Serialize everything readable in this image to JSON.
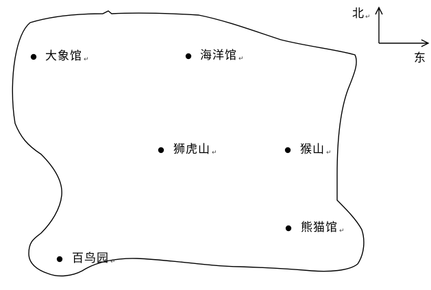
{
  "compass": {
    "north": "北",
    "east": "东"
  },
  "places": [
    {
      "id": "elephant-hall",
      "label": "大象馆"
    },
    {
      "id": "aquarium",
      "label": "海洋馆"
    },
    {
      "id": "lion-tiger-hill",
      "label": "狮虎山"
    },
    {
      "id": "monkey-hill",
      "label": "猴山"
    },
    {
      "id": "panda-hall",
      "label": "熊猫馆"
    },
    {
      "id": "bird-garden",
      "label": "百鸟园"
    }
  ],
  "paragraph_mark": "↵",
  "colors": {
    "ink": "#000000",
    "background": "#ffffff"
  }
}
